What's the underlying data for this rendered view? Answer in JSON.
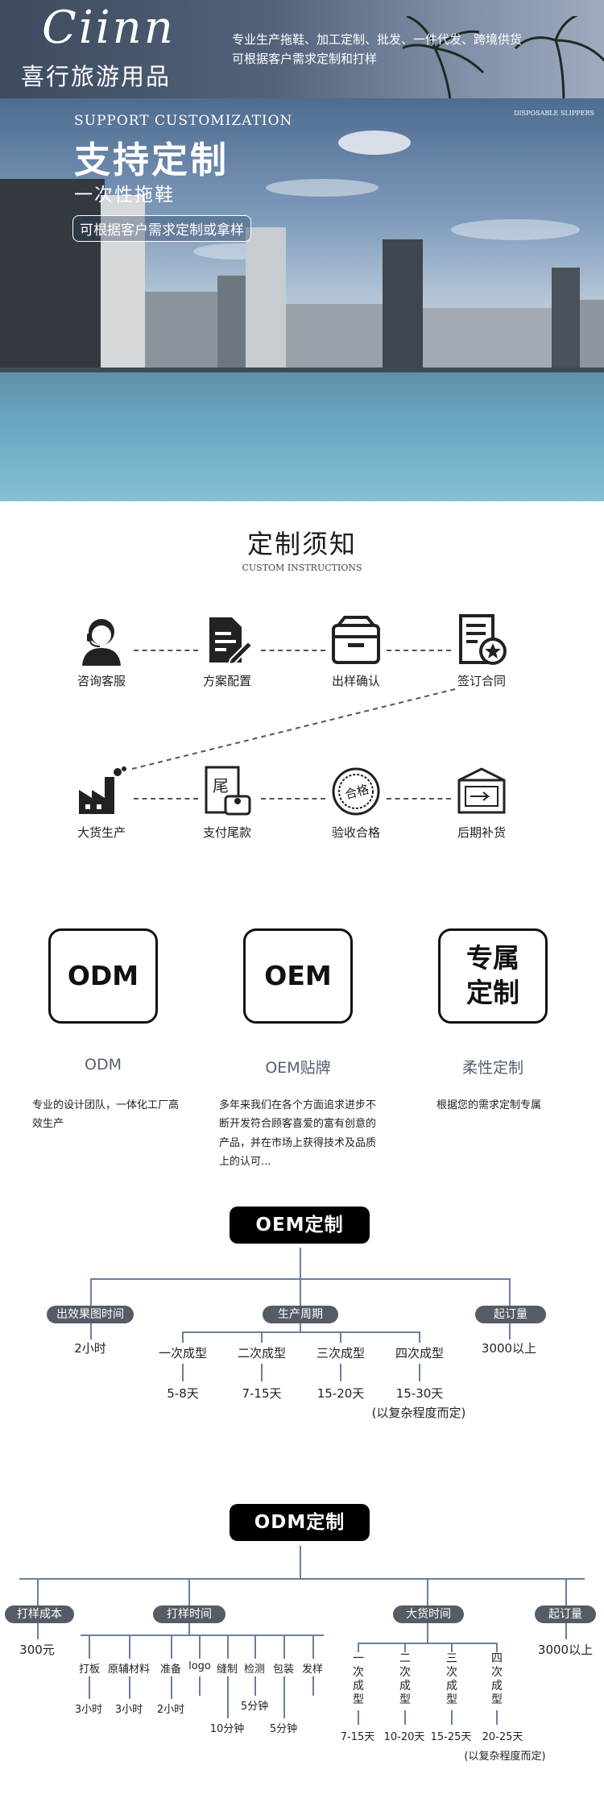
{
  "header": {
    "logo_script": "Ciinn",
    "brand_cn": "喜行旅游用品",
    "tagline_1": "专业生产拖鞋、加工定制、批发、一件代发、跨境供货",
    "tagline_2": "可根据客户需求定制和打样"
  },
  "hero": {
    "en_title": "SUPPORT CUSTOMIZATION",
    "title": "支持定制",
    "subtitle": "一次性拖鞋",
    "pill": "可根据客户需求定制或拿样",
    "corner_tag": "DISPOSABLE SLIPPERS"
  },
  "instructions": {
    "title": "定制须知",
    "subtitle": "CUSTOM INSTRUCTIONS",
    "steps": [
      {
        "label": "咨询客服",
        "icon": "customer-service-icon"
      },
      {
        "label": "方案配置",
        "icon": "document-edit-icon"
      },
      {
        "label": "出样确认",
        "icon": "box-icon"
      },
      {
        "label": "签订合同",
        "icon": "contract-seal-icon"
      },
      {
        "label": "大货生产",
        "icon": "factory-icon"
      },
      {
        "label": "支付尾款",
        "icon": "payment-icon"
      },
      {
        "label": "验收合格",
        "icon": "qualified-stamp-icon"
      },
      {
        "label": "后期补货",
        "icon": "restock-box-icon"
      }
    ]
  },
  "services": [
    {
      "card": "ODM",
      "caption": "ODM",
      "desc": "专业的设计团队，一体化工厂高效生产"
    },
    {
      "card": "OEM",
      "caption": "OEM贴牌",
      "desc": "多年来我们在各个方面追求进步不断开发符合顾客喜爱的富有创意的产品，并在市场上获得技术及品质上的认可..."
    },
    {
      "card": "专属定制",
      "caption": "柔性定制",
      "desc": "根据您的需求定制专属"
    }
  ],
  "oem": {
    "title": "OEM定制",
    "effect_label": "出效果图时间",
    "effect_value": "2小时",
    "cycle_label": "生产周期",
    "stages": [
      {
        "name": "一次成型",
        "days": "5-8天"
      },
      {
        "name": "二次成型",
        "days": "7-15天"
      },
      {
        "name": "三次成型",
        "days": "15-20天"
      },
      {
        "name": "四次成型",
        "days": "15-30天"
      }
    ],
    "note": "(以复杂程度而定)",
    "moq_label": "起订量",
    "moq_value": "3000以上"
  },
  "odm": {
    "title": "ODM定制",
    "cost_label": "打样成本",
    "cost_value": "300元",
    "sample_label": "打样时间",
    "sample_steps": [
      {
        "name": "打板",
        "time": "3小时"
      },
      {
        "name": "原辅材料",
        "time": "3小时"
      },
      {
        "name": "准备",
        "time": "2小时"
      },
      {
        "name": "logo",
        "time": ""
      },
      {
        "name": "缝制",
        "time": "10分钟"
      },
      {
        "name": "检测",
        "time": "5分钟"
      },
      {
        "name": "包装",
        "time": "5分钟"
      },
      {
        "name": "发样",
        "time": ""
      }
    ],
    "bulk_label": "大货时间",
    "bulk_steps": [
      {
        "name": "一次成型",
        "days": "7-15天"
      },
      {
        "name": "二次成型",
        "days": "10-20天"
      },
      {
        "name": "三次成型",
        "days": "15-25天"
      },
      {
        "name": "四次成型",
        "days": "20-25天"
      }
    ],
    "note": "(以复杂程度而定)",
    "moq_label": "起订量",
    "moq_value": "3000以上"
  }
}
